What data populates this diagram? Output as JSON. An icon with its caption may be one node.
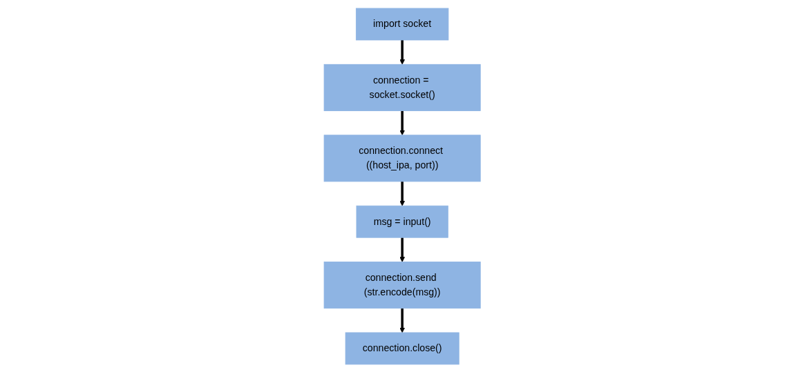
{
  "diagram": {
    "nodes": [
      {
        "text": [
          "import socket"
        ]
      },
      {
        "text": [
          "connection = socket.socket()"
        ]
      },
      {
        "text": [
          "connection.connect ((host_ipa, port))"
        ]
      },
      {
        "text": [
          "msg = input()"
        ]
      },
      {
        "text": [
          "connection.send (str.encode(msg))"
        ]
      },
      {
        "text": [
          "connection.close()"
        ]
      }
    ],
    "edges": [
      {
        "from": 0,
        "to": 1,
        "arrow": "to"
      },
      {
        "from": 1,
        "to": 2,
        "arrow": "to"
      },
      {
        "from": 2,
        "to": 3,
        "arrow": "to"
      },
      {
        "from": 3,
        "to": 4,
        "arrow": "to"
      },
      {
        "from": 4,
        "to": 5,
        "arrow": "to"
      }
    ]
  }
}
